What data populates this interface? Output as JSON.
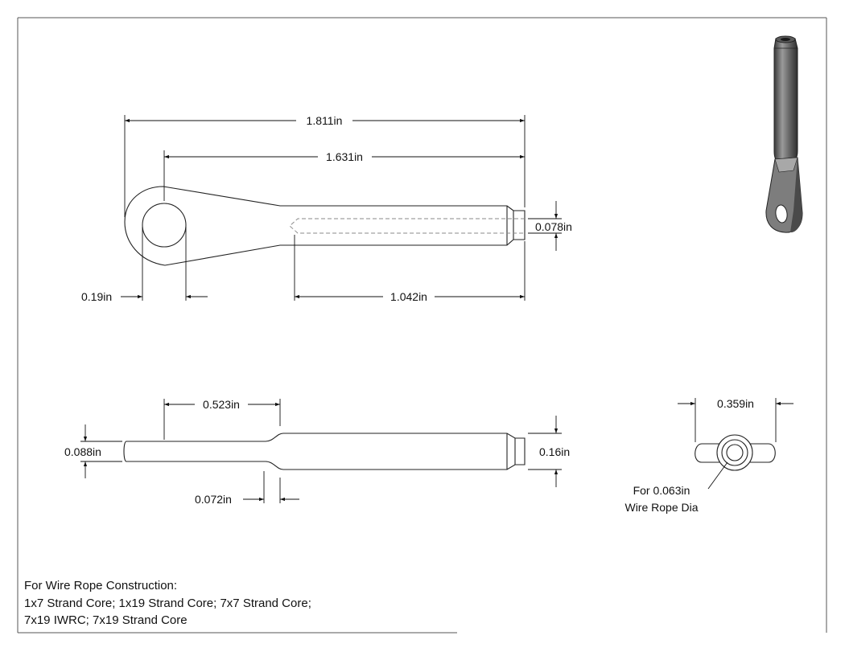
{
  "drawing": {
    "dimensions": {
      "overall_length": "1.811in",
      "hole_to_end": "1.631in",
      "hole_dia": "0.19in",
      "bore_depth": "1.042in",
      "bore_dia": "0.078in",
      "eye_length": "0.523in",
      "eye_thickness": "0.088in",
      "shank_dia": "0.16in",
      "transition": "0.072in",
      "end_width": "0.359in"
    },
    "callout": {
      "line1": "For 0.063in",
      "line2": "Wire Rope Dia"
    },
    "notes": {
      "line1": "For Wire Rope Construction:",
      "line2": "1x7 Strand Core; 1x19 Strand Core; 7x7 Strand Core;",
      "line3": "7x19 IWRC; 7x19 Strand Core"
    }
  }
}
